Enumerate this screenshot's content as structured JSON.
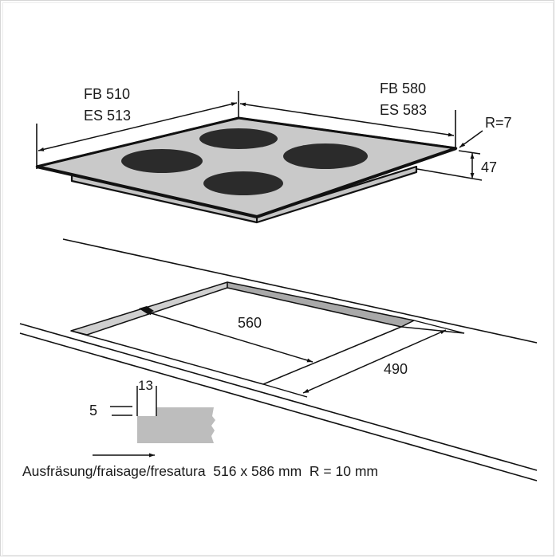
{
  "diagram": {
    "title": "Cooktop installation dimensions",
    "colors": {
      "background": "#ffffff",
      "outline": "#111111",
      "glass_surface": "#c8c8c8",
      "burner": "#2b2b2b",
      "frame_strip": "#c4c4c4",
      "countertop_section": "#bdbdbd",
      "border": "#d6d6d6"
    },
    "cooktop": {
      "depth_label_line1": "FB 510",
      "depth_label_line2": "ES 513",
      "width_label_line1": "FB 580",
      "width_label_line2": "ES 583",
      "corner_radius_label": "R=7",
      "height_label": "47",
      "burner_count": 4
    },
    "cutout": {
      "width_label": "560",
      "depth_label": "490"
    },
    "section_detail": {
      "rebate_width_label": "13",
      "rebate_depth_label": "5"
    },
    "caption": "Ausfräsung/fraisage/fresatura  516 x 586 mm  R = 10 mm"
  }
}
